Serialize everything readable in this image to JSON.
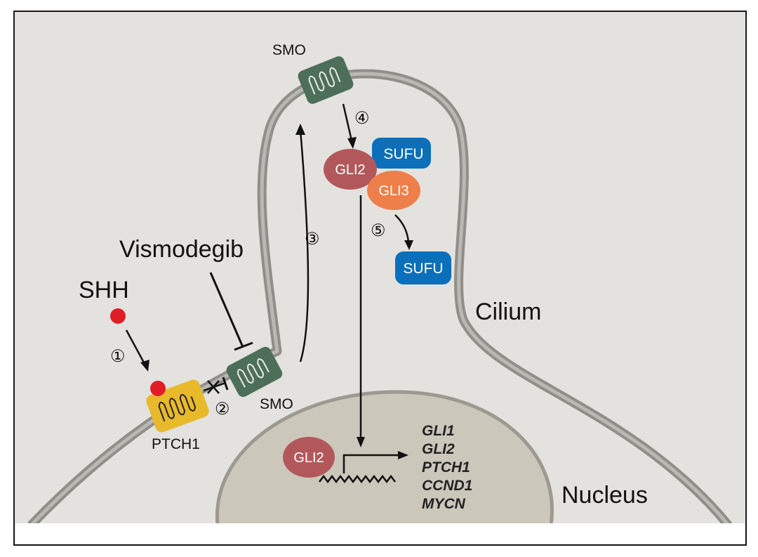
{
  "labels": {
    "shh": "SHH",
    "vismodegib": "Vismodegib",
    "cilium": "Cilium",
    "nucleus": "Nucleus",
    "ptch1": "PTCH1",
    "smo_top": "SMO",
    "smo_bottom": "SMO",
    "gli2_cilium": "GLI2",
    "gli2_nucleus": "GLI2",
    "sufu_complex": "SUFU",
    "sufu_free": "SUFU",
    "gli3": "GLI3"
  },
  "steps": [
    "①",
    "②",
    "③",
    "④",
    "⑤"
  ],
  "target_genes": [
    "GLI1",
    "GLI2",
    "PTCH1",
    "CCND1",
    "MYCN"
  ],
  "colors": {
    "background": "#e3e2df",
    "membrane": "#8f8e89",
    "nucleus_fill": "#ccc7bb",
    "nucleus_edge": "#9e9990",
    "smo": "#4d6e59",
    "ptch1": "#e9b92c",
    "gli2": "#b2585b",
    "sufu": "#0b6fb9",
    "gli3": "#ee7f4a",
    "shh": "#e01d26"
  },
  "icons": [
    "ligand-dot",
    "transmembrane-coil",
    "dna-helix",
    "inhibition-bar"
  ]
}
